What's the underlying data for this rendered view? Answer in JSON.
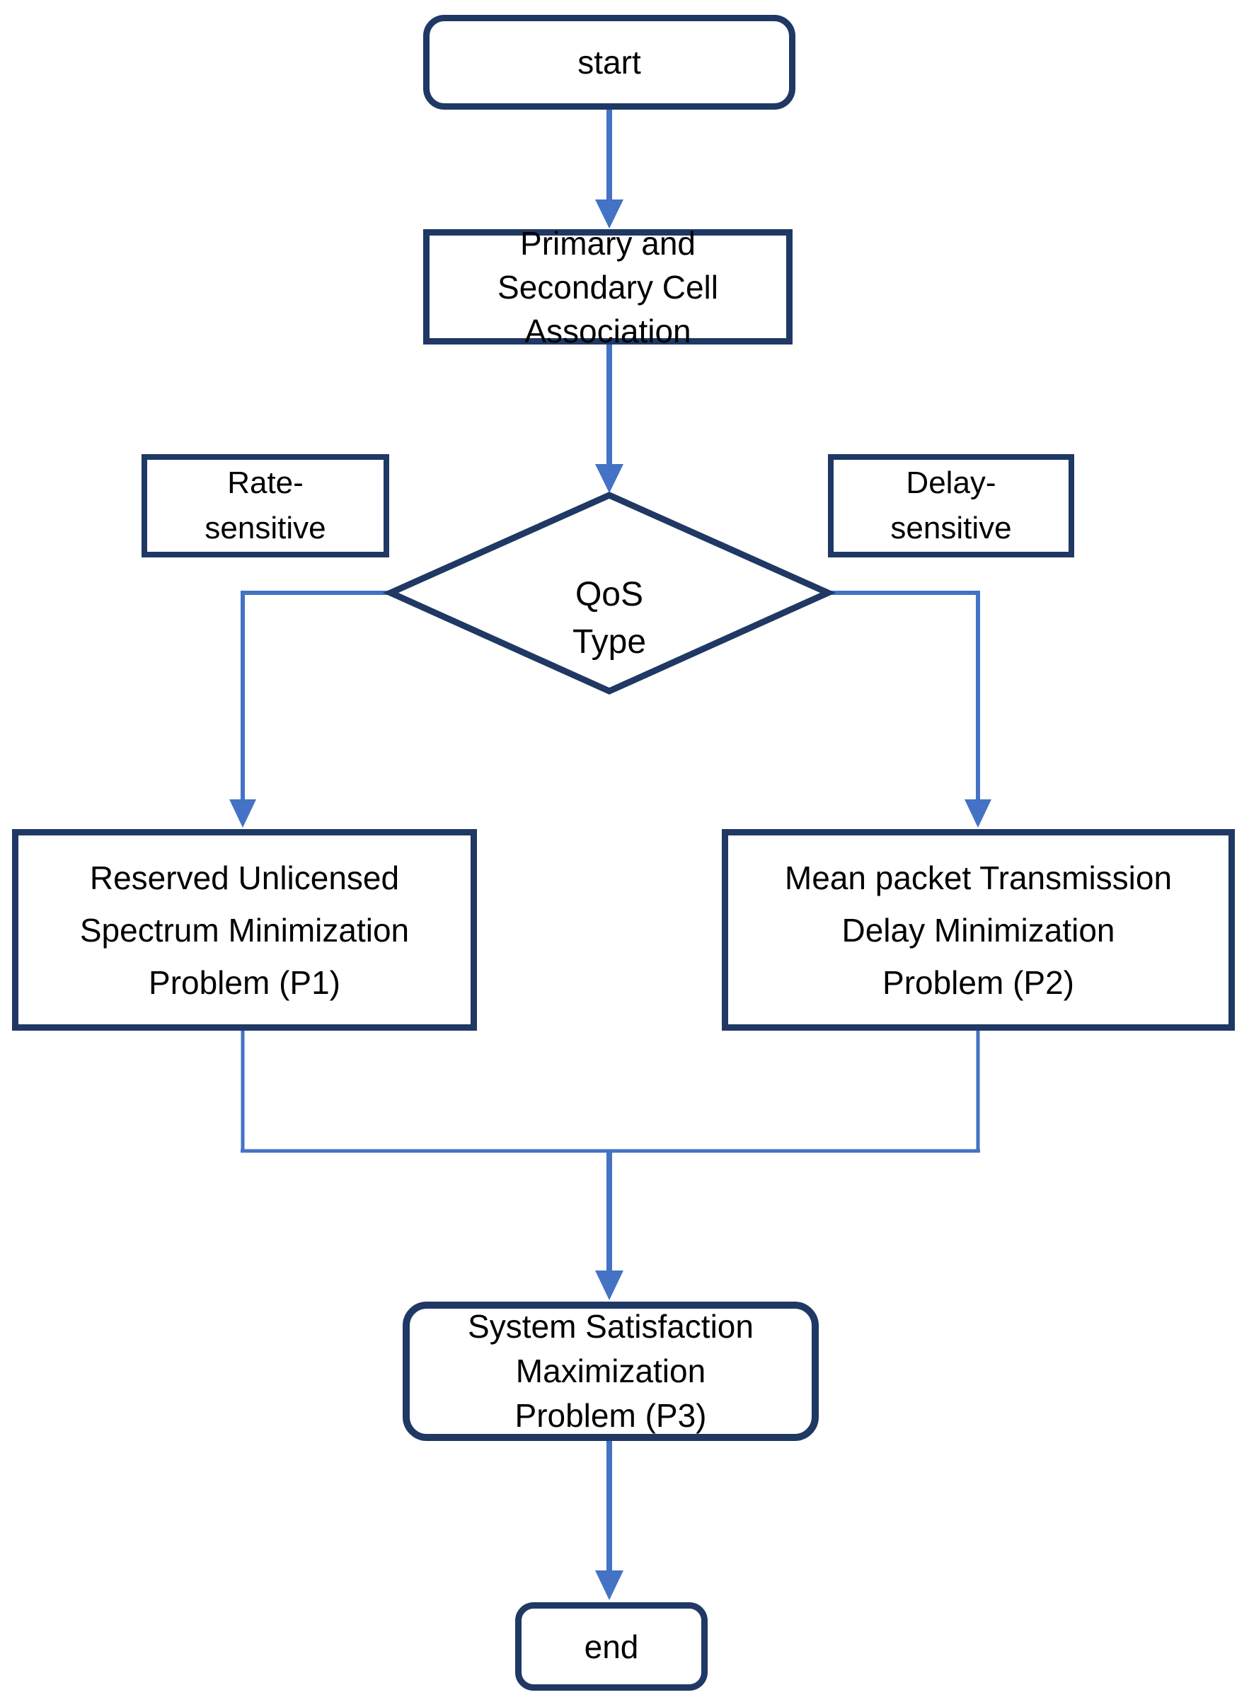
{
  "colors": {
    "node_border": "#1f3864",
    "connector": "#4472c4",
    "text": "#000000",
    "node_fill": "#ffffff",
    "background": "#ffffff"
  },
  "nodes": {
    "start": {
      "lines": [
        "start"
      ]
    },
    "cell_association": {
      "lines": [
        "Primary and",
        "Secondary Cell",
        "Association"
      ]
    },
    "qos_type": {
      "lines": [
        "QoS",
        "Type"
      ]
    },
    "rate_sensitive": {
      "lines": [
        "Rate-",
        "sensitive"
      ]
    },
    "delay_sensitive": {
      "lines": [
        "Delay-",
        "sensitive"
      ]
    },
    "p1": {
      "lines": [
        "Reserved Unlicensed",
        "Spectrum Minimization",
        "Problem (P1)"
      ]
    },
    "p2": {
      "lines": [
        "Mean packet Transmission",
        "Delay Minimization",
        "Problem (P2)"
      ]
    },
    "p3": {
      "lines": [
        "System Satisfaction",
        "Maximization",
        "Problem (P3)"
      ]
    },
    "end": {
      "lines": [
        "end"
      ]
    }
  }
}
